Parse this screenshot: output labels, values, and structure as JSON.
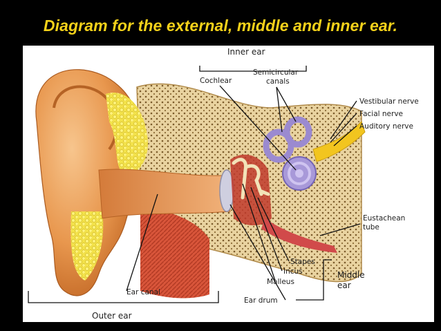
{
  "title": "Diagram for the external, middle and inner ear.",
  "labels": {
    "inner_ear": "Inner ear",
    "cochlear": "Cochlear",
    "semicircular_1": "Semicircular",
    "semicircular_2": "canals",
    "vestibular_nerve": "Vestibular nerve",
    "facial_nerve": "Facial  nerve",
    "auditory_nerve": "Auditory nerve",
    "eustachean_1": "Eustachean",
    "eustachean_2": "tube",
    "stapes": "Stapes",
    "incus": "Incus",
    "malleus": "Malleus",
    "middle_1": "Middle",
    "middle_2": "ear",
    "ear_canal": "Ear canal",
    "ear_drum": "Ear drum",
    "outer_ear": "Outer ear"
  }
}
